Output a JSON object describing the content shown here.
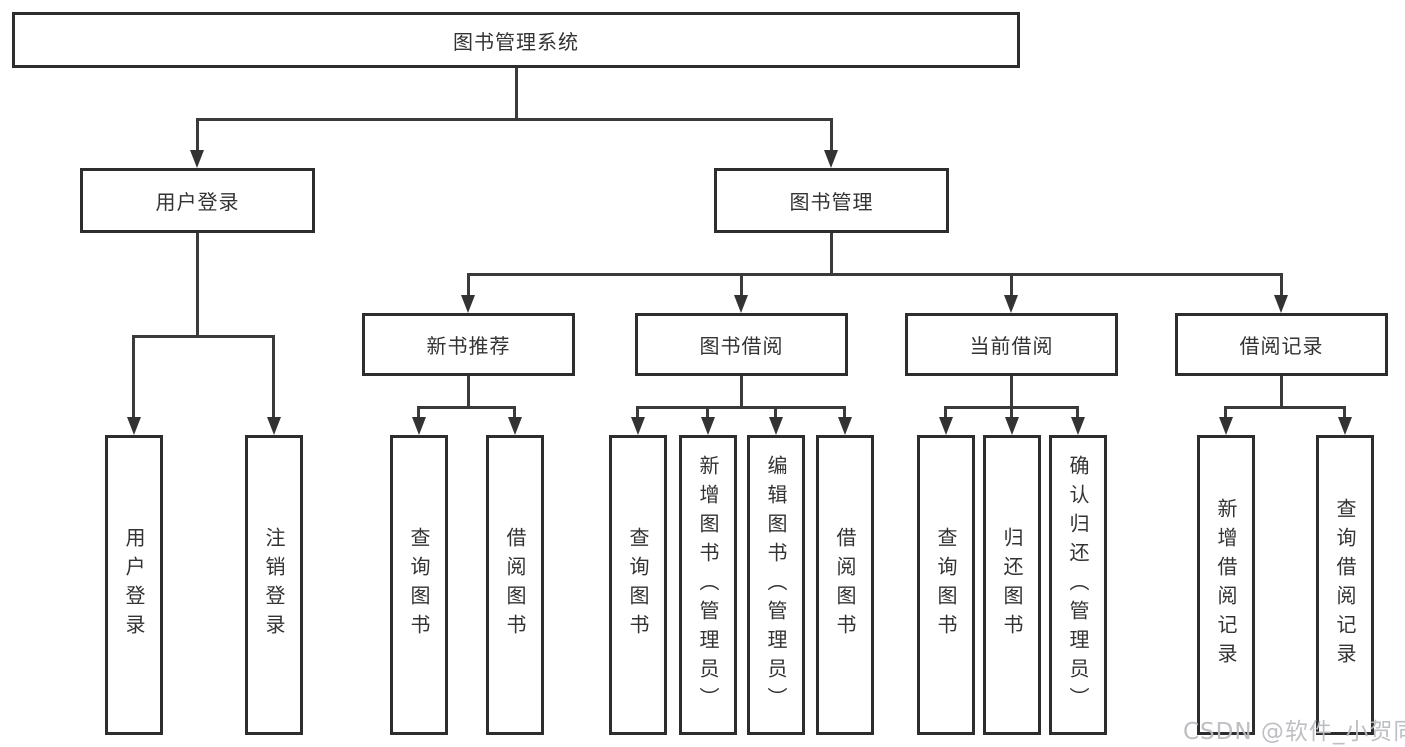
{
  "root": {
    "label": "图书管理系统"
  },
  "level2": [
    {
      "label": "用户登录"
    },
    {
      "label": "图书管理"
    }
  ],
  "level3": [
    {
      "label": "新书推荐"
    },
    {
      "label": "图书借阅"
    },
    {
      "label": "当前借阅"
    },
    {
      "label": "借阅记录"
    }
  ],
  "leaves": {
    "user_login": [
      {
        "label": "用户登录"
      },
      {
        "label": "注销登录"
      }
    ],
    "new_book_recommend": [
      {
        "label": "查询图书"
      },
      {
        "label": "借阅图书"
      }
    ],
    "book_borrow": [
      {
        "label": "查询图书"
      },
      {
        "label": "新增图书（管理员）"
      },
      {
        "label": "编辑图书（管理员）"
      },
      {
        "label": "借阅图书"
      }
    ],
    "current_borrow": [
      {
        "label": "查询图书"
      },
      {
        "label": "归还图书"
      },
      {
        "label": "确认归还（管理员）"
      }
    ],
    "borrow_record": [
      {
        "label": "新增借阅记录"
      },
      {
        "label": "查询借阅记录"
      }
    ]
  },
  "watermark": "CSDN @软件_小贺同学",
  "colors": {
    "line": "#3a3a3a",
    "border": "#2d2d2d",
    "text": "#333333",
    "watermark": "#b9bcc0",
    "background": "#ffffff"
  }
}
